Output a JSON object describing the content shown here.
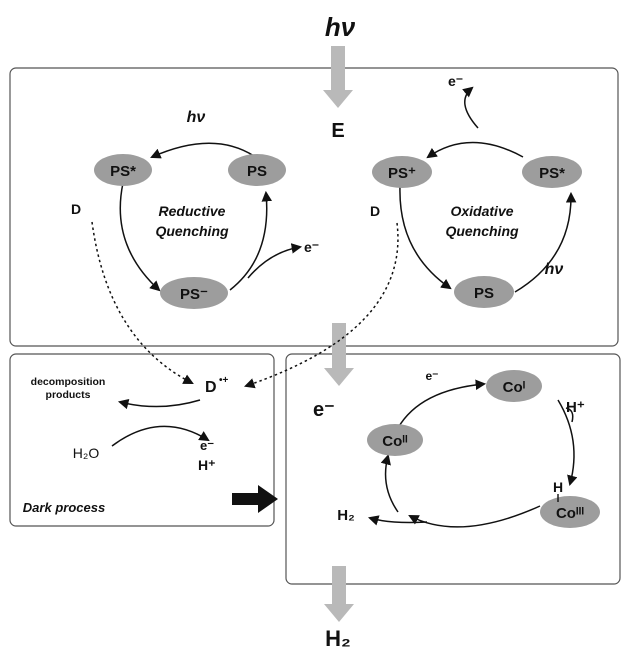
{
  "top": {
    "hv": "hν",
    "E": "E"
  },
  "reductive": {
    "title_line1": "Reductive",
    "title_line2": "Quenching",
    "hv": "hν",
    "ps_star": "PS*",
    "ps": "PS",
    "ps_minus": "PS⁻",
    "donor": "D",
    "electron": "e⁻"
  },
  "oxidative": {
    "title_line1": "Oxidative",
    "title_line2": "Quenching",
    "hv": "hν",
    "ps_plus": "PS⁺",
    "ps_star": "PS*",
    "ps": "PS",
    "donor": "D",
    "electron": "e⁻"
  },
  "dark": {
    "title": "Dark process",
    "decomposition_line1": "decomposition",
    "decomposition_line2": "products",
    "water": "H₂O",
    "radical_cation": "D•+",
    "electron": "e⁻",
    "proton": "H⁺"
  },
  "cobalt": {
    "e_center": "e⁻",
    "e_small": "e⁻",
    "co_i": "Coᴵ",
    "co_ii": "Coᴵᴵ",
    "co_iii": "Coᴵᴵᴵ",
    "hydride": "H",
    "proton": "H⁺",
    "h2_small": "H₂"
  },
  "bottom": {
    "h2": "H₂"
  }
}
